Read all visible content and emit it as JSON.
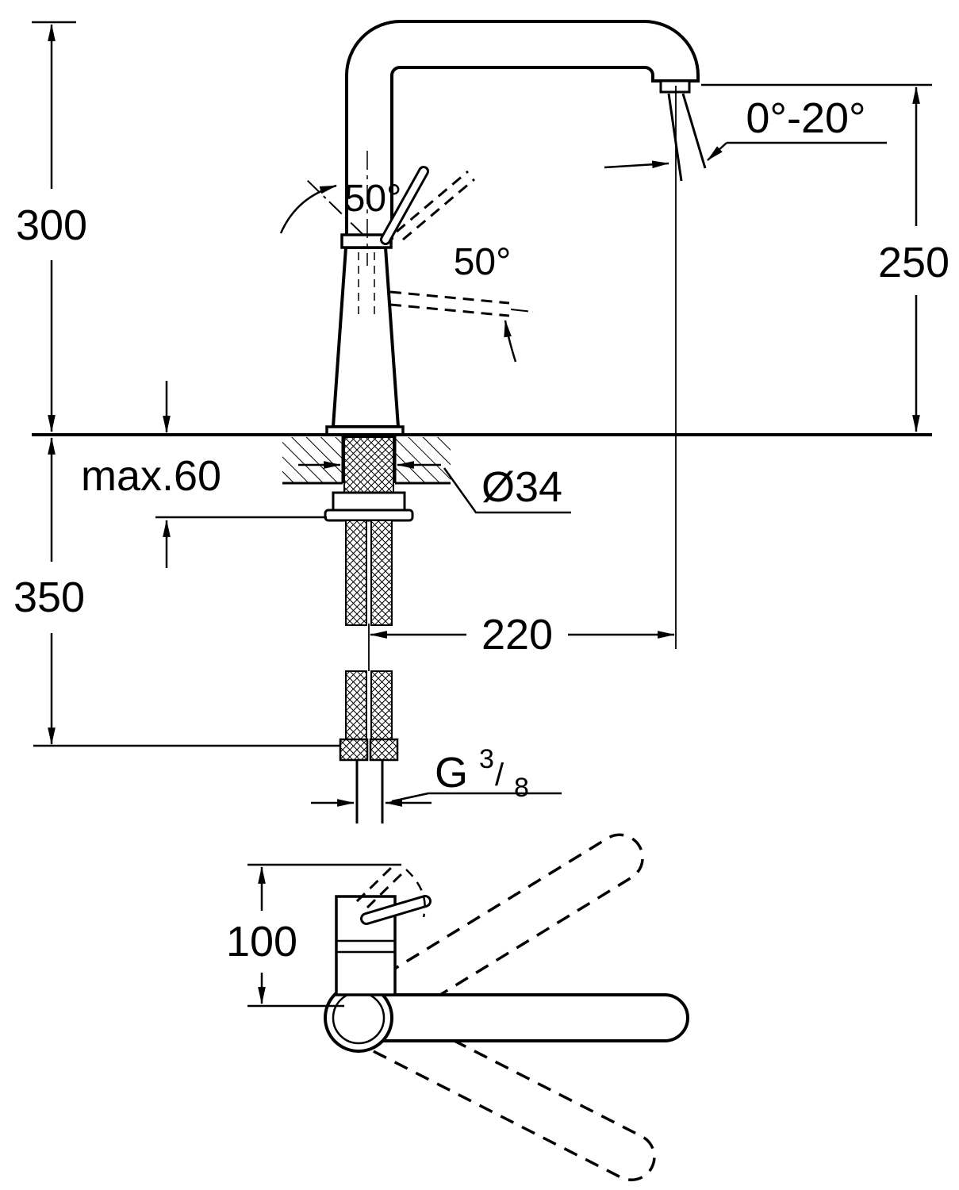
{
  "page": {
    "background": "#ffffff",
    "line_color": "#000000",
    "description": "Faucet installation dimension drawing"
  },
  "labels": {
    "total_height": "300",
    "spout_height": "250",
    "stream_angle_range": "0°-20°",
    "handle_open_angle": "50°",
    "handle_swivel_angle": "50°",
    "max_mounting_thickness": "max.60",
    "mounting_hole_diameter": "Ø34",
    "hose_length_below_deck": "350",
    "spout_projection": "220",
    "thread_letter": "G",
    "thread_numerator": "3",
    "thread_slash": "/",
    "thread_denominator": "8",
    "handle_clearance_top_view": "100"
  }
}
